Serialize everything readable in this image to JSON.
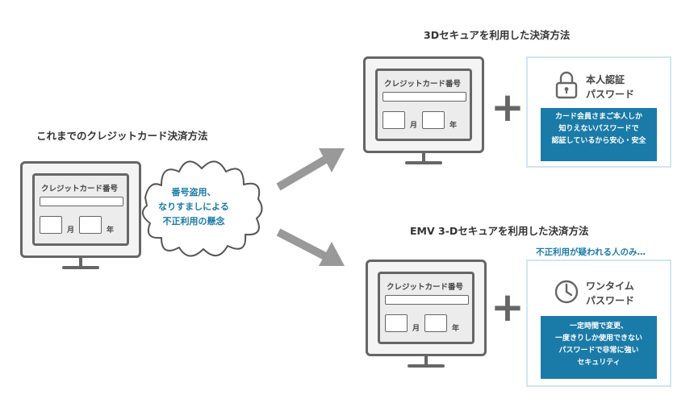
{
  "left": {
    "heading": "これまでのクレジットカード決済方法",
    "concern": [
      "番号盗用、",
      "なりすましによる",
      "不正利用の懸念"
    ]
  },
  "form": {
    "title": "クレジットカード番号",
    "month_label": "月",
    "year_label": "年"
  },
  "top_method": {
    "heading": "3Dセキュアを利用した決済方法",
    "auth_icon": "lock-icon",
    "auth_title": [
      "本人認証",
      "パスワード"
    ],
    "auth_note": [
      "カード会員さまご本人しか",
      "知りえないパスワードで",
      "認証しているから安心・安全"
    ]
  },
  "bottom_method": {
    "heading": "EMV 3-Dセキュアを利用した決済方法",
    "condition": "不正利用が疑われる人のみ…",
    "auth_icon": "clock-icon",
    "auth_title": [
      "ワンタイム",
      "パスワード"
    ],
    "auth_note": [
      "一定時間で変更、",
      "一度きりしか使用できない",
      "パスワードで非常に強い",
      "セキュリティ"
    ]
  },
  "colors": {
    "accent_blue": "#1b7ba8",
    "panel_border": "#cfe6ef",
    "icon_gray": "#666666",
    "arrow_gray": "#999999"
  },
  "plus_sign": "+"
}
